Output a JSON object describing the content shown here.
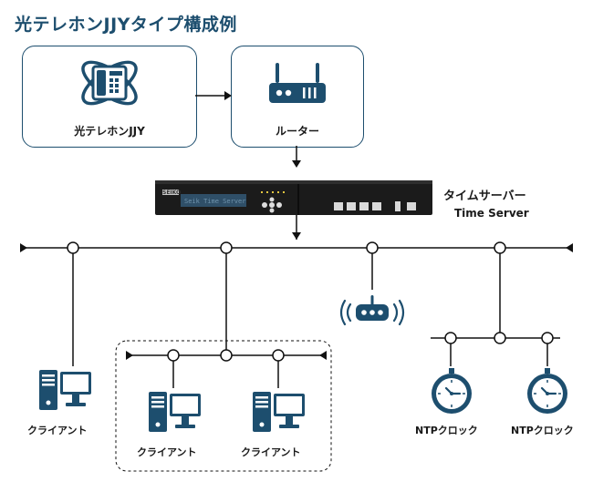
{
  "title": "光テレホンJJYタイプ構成例",
  "jjy_box": {
    "label": "光テレホンJJY",
    "icon": "telephone-jjy-icon"
  },
  "router_box": {
    "label": "ルーター",
    "icon": "router-icon"
  },
  "time_server": {
    "label_ja": "タイムサーバー",
    "label_en": "Time Server",
    "brand": "SEIKO",
    "icon": "rack-server-icon"
  },
  "wireless_ap": {
    "icon": "wifi-access-point-icon"
  },
  "clients": [
    {
      "label": "クライアント",
      "icon": "desktop-computer-icon"
    },
    {
      "label": "クライアント",
      "icon": "desktop-computer-icon"
    },
    {
      "label": "クライアント",
      "icon": "desktop-computer-icon"
    }
  ],
  "ntp_clocks": [
    {
      "label": "NTPクロック",
      "icon": "clock-icon"
    },
    {
      "label": "NTPクロック",
      "icon": "clock-icon"
    }
  ],
  "colors": {
    "primary": "#1d4e6e",
    "line": "#111111"
  }
}
